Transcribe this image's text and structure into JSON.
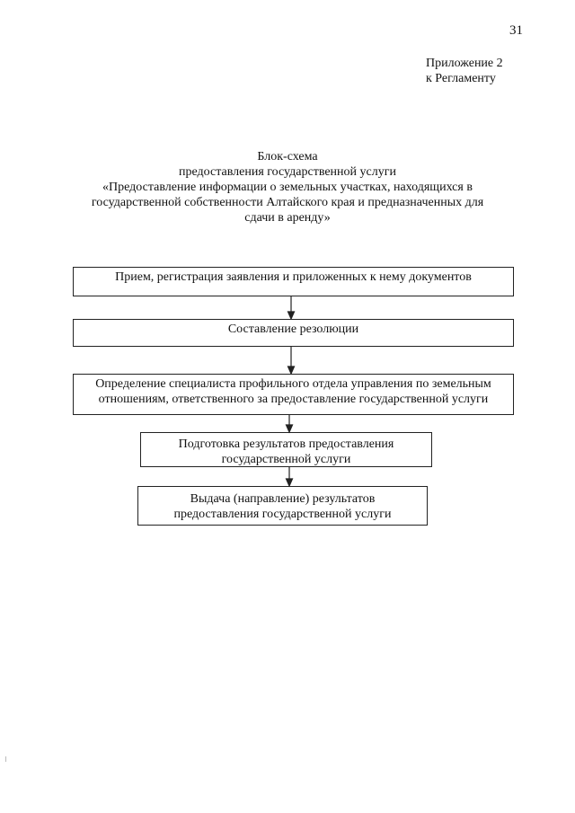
{
  "page_number": "31",
  "appendix": {
    "line1": "Приложение 2",
    "line2": "к Регламенту"
  },
  "title": {
    "line1": "Блок-схема",
    "line2": "предоставления государственной услуги",
    "line3": "«Предоставление информации о земельных участках, находящихся в",
    "line4": "государственной собственности Алтайского края и предназначенных для",
    "line5": "сдачи в аренду»"
  },
  "flow": {
    "step1": {
      "line1": "Прием, регистрация заявления и приложенных к нему документов"
    },
    "step2": {
      "line1": "Составление резолюции"
    },
    "step3": {
      "line1": "Определение специалиста профильного отдела управления по земельным",
      "line2": "отношениям, ответственного за предоставление государственной услуги"
    },
    "step4": {
      "line1": "Подготовка результатов предоставления",
      "line2": "государственной услуги"
    },
    "step5": {
      "line1": "Выдача (направление) результатов",
      "line2": "предоставления государственной услуги"
    }
  },
  "colors": {
    "ink": "#111111",
    "border": "#222222",
    "background": "#ffffff"
  }
}
